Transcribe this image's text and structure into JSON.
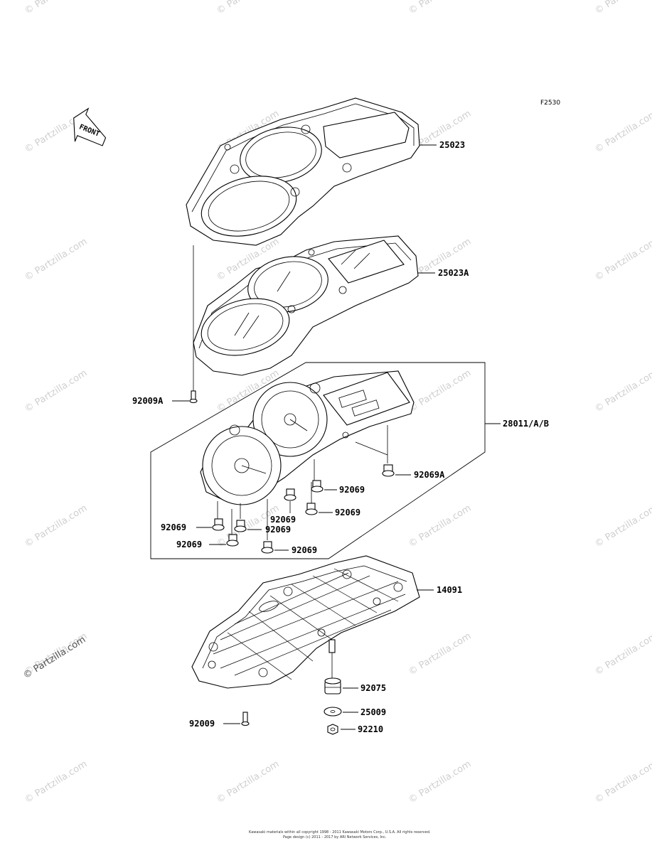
{
  "figure": {
    "ref_code": "F2530",
    "front_label": "FRONT",
    "footer_line1": "Kawasaki materials within all copyright 1998 - 2011 Kawasaki Motors Corp., U.S.A. All rights reserved.",
    "footer_line2": "Page design (c) 2011 - 2017 by ARI Network Services, Inc."
  },
  "watermark": {
    "text": "© Partzilla.com",
    "color": "#cfcfcf"
  },
  "parts": [
    {
      "id": "25023",
      "label": "25023"
    },
    {
      "id": "25023A",
      "label": "25023A"
    },
    {
      "id": "92009A",
      "label": "92009A"
    },
    {
      "id": "28011",
      "label": "28011/A/B"
    },
    {
      "id": "92069A",
      "label": "92069A"
    },
    {
      "id": "92069-a",
      "label": "92069"
    },
    {
      "id": "92069-b",
      "label": "92069"
    },
    {
      "id": "92069-c",
      "label": "92069"
    },
    {
      "id": "92069-d",
      "label": "92069"
    },
    {
      "id": "92069-e",
      "label": "92069"
    },
    {
      "id": "92069-f",
      "label": "92069"
    },
    {
      "id": "92069-g",
      "label": "92069"
    },
    {
      "id": "14091",
      "label": "14091"
    },
    {
      "id": "92075",
      "label": "92075"
    },
    {
      "id": "25009",
      "label": "25009"
    },
    {
      "id": "92210",
      "label": "92210"
    },
    {
      "id": "92009",
      "label": "92009"
    }
  ]
}
